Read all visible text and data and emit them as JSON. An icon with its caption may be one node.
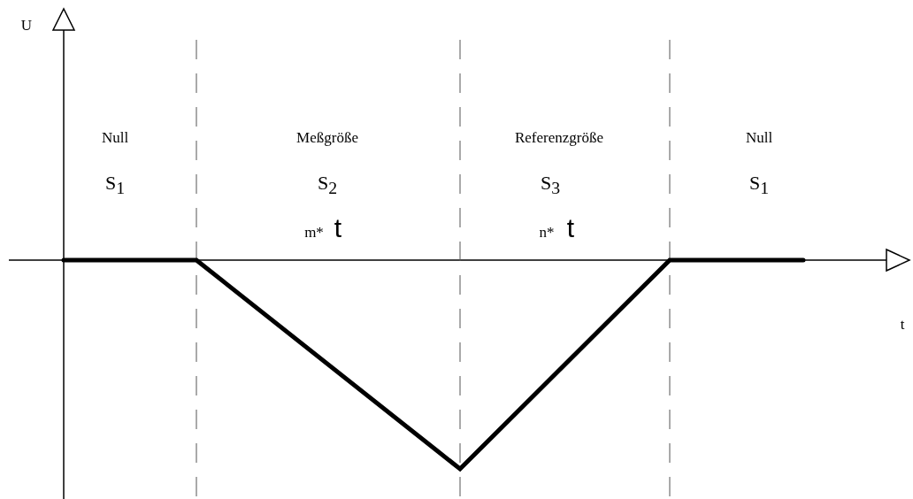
{
  "diagram": {
    "labels": [
      "U",
      "Null",
      "S$_{1}$",
      "Meßgröße",
      "S$_{2}$",
      "m*",
      "t",
      "Referenzgröße",
      "S$_{3}$",
      "n*",
      "t",
      "Null",
      "S$_{1}$",
      "t"
    ]
  }
}
